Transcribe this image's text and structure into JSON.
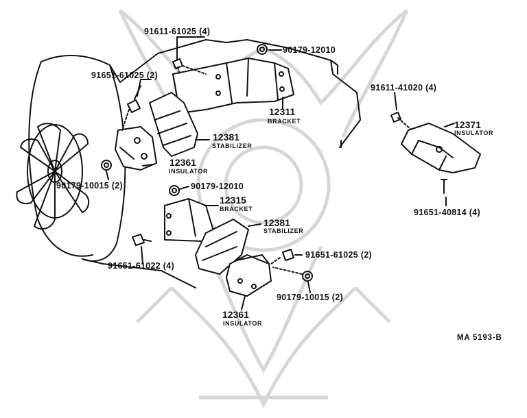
{
  "diagram": {
    "fasteners": [
      {
        "part": "91611-61025",
        "qty": "(4)"
      },
      {
        "part": "90179-12010",
        "qty": ""
      },
      {
        "part": "91651-61025",
        "qty": "(2)"
      },
      {
        "part": "91611-41020",
        "qty": "(4)"
      },
      {
        "part": "90179-10015",
        "qty": "(2)"
      },
      {
        "part": "90179-12010",
        "qty": ""
      },
      {
        "part": "91651-40814",
        "qty": "(4)"
      },
      {
        "part": "91651-61022",
        "qty": "(4)"
      },
      {
        "part": "91651-61025",
        "qty": "(2)"
      },
      {
        "part": "90179-10015",
        "qty": "(2)"
      }
    ],
    "components": [
      {
        "number": "12311",
        "name": "BRACKET"
      },
      {
        "number": "12381",
        "name": "STABILIZER"
      },
      {
        "number": "12361",
        "name": "INSULATOR"
      },
      {
        "number": "12371",
        "name": "INSULATOR"
      },
      {
        "number": "12315",
        "name": "BRACKET"
      },
      {
        "number": "12381",
        "name": "STABILIZER"
      },
      {
        "number": "12361",
        "name": "INSULATOR"
      }
    ],
    "figure_code": "MA 5193-B",
    "colors": {
      "ink": "#111111",
      "watermark": "#d6d6d6"
    }
  }
}
